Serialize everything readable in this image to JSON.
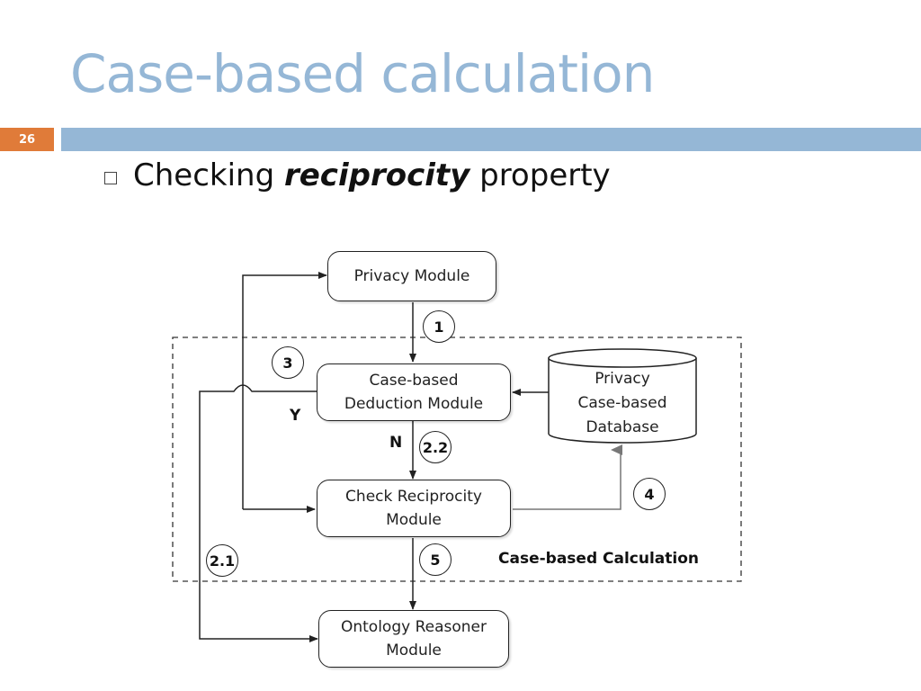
{
  "slide": {
    "title": "Case-based calculation",
    "number": "26",
    "bullet": {
      "before": "Checking ",
      "emphasis": "reciprocity",
      "after": " property"
    }
  },
  "diagram": {
    "modules": {
      "privacy_module": "Privacy Module",
      "case_based_deduction": "Case-based\nDeduction Module",
      "check_reciprocity": "Check Reciprocity\nModule",
      "ontology_reasoner": "Ontology Reasoner\nModule"
    },
    "database_label": "Privacy\nCase-based\nDatabase",
    "region_label": "Case-based Calculation",
    "steps": {
      "s1": "1",
      "s3": "3",
      "s22": "2.2",
      "s4": "4",
      "s21": "2.1",
      "s5": "5"
    },
    "branches": {
      "yes": "Y",
      "no": "N"
    }
  }
}
